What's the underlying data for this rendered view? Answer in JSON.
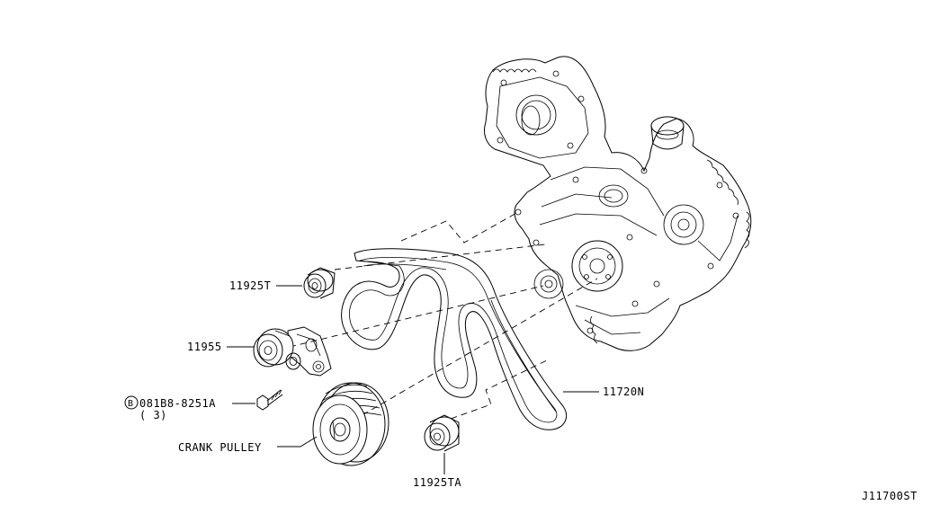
{
  "labels": {
    "part_11925T": "11925T",
    "part_11955": "11955",
    "part_bolt": "081B8-8251A",
    "part_bolt_symbol": "B",
    "part_bolt_qty": "( 3)",
    "part_crank_pulley": "CRANK PULLEY",
    "part_11925TA": "11925TA",
    "part_11720N": "11720N",
    "diagram_code": "J11700ST"
  }
}
